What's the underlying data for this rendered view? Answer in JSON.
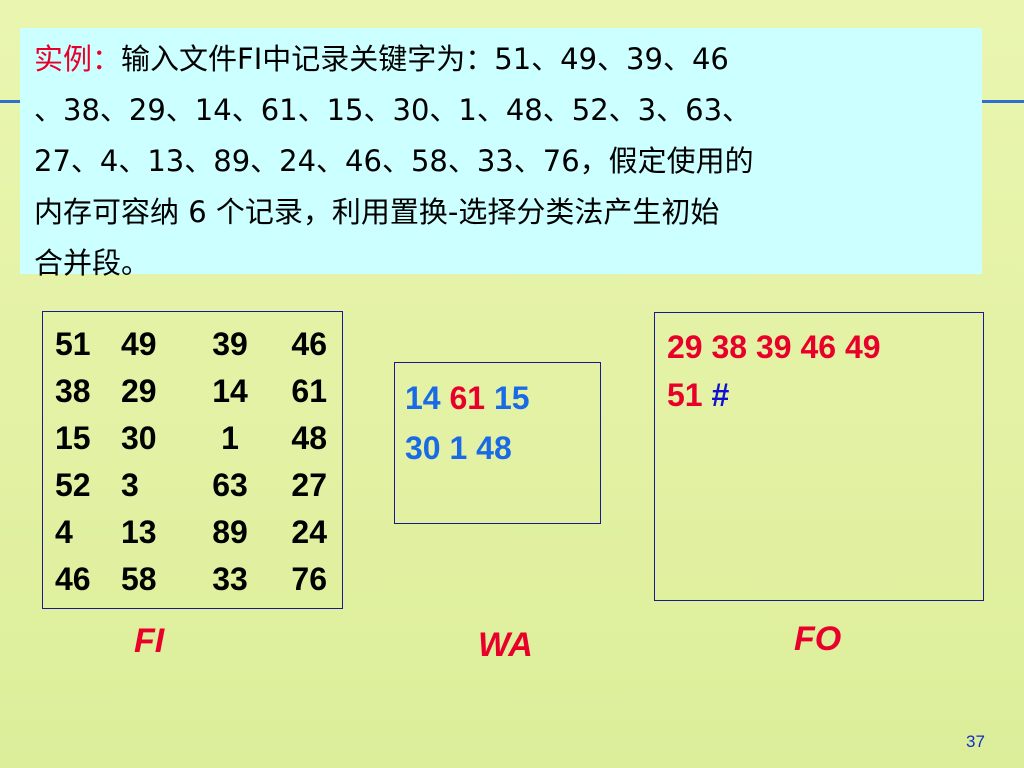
{
  "intro": {
    "lead": "实例：",
    "lines": [
      "输入文件FI中记录关键字为：51、49、39、46",
      "、38、29、14、61、15、30、1、48、52、3、63、",
      "27、4、13、89、24、46、58、33、76，假定使用的",
      "内存可容纳 6 个记录，利用置换-选择分类法产生初始",
      "合并段。"
    ]
  },
  "fi": {
    "label": "FI",
    "rows": [
      [
        "51",
        "49",
        "39",
        "46"
      ],
      [
        "38",
        "29",
        "14",
        "61"
      ],
      [
        "15",
        "30",
        "1",
        "48"
      ],
      [
        "52",
        "3",
        "63",
        "27"
      ],
      [
        "4",
        "13",
        "89",
        "24"
      ],
      [
        "46",
        "58",
        "33",
        "76"
      ]
    ]
  },
  "wa": {
    "label": "WA",
    "line1": [
      "14",
      "61",
      "15"
    ],
    "line2": [
      "30",
      "1",
      "48"
    ],
    "colors": {
      "normal": "#1a6ae6",
      "highlight": "#e8002a"
    }
  },
  "fo": {
    "label": "FO",
    "line1": "29 38 39 46 49",
    "line2_num": "51",
    "line2_mark": "#"
  },
  "page_number": "37"
}
